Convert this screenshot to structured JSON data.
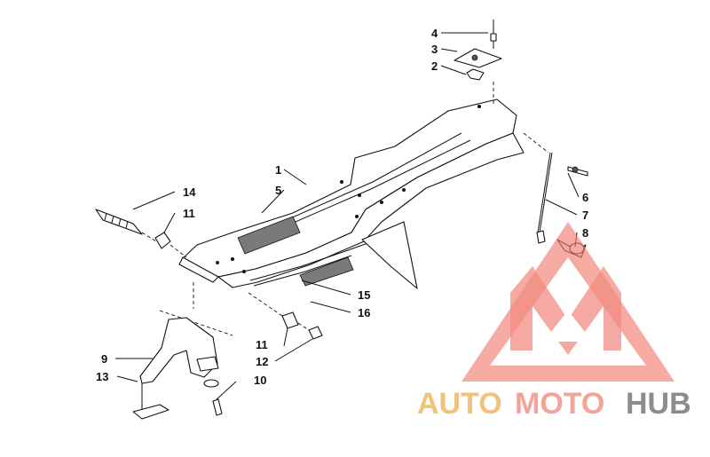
{
  "callouts": [
    "1",
    "2",
    "3",
    "4",
    "5",
    "6",
    "7",
    "8",
    "9",
    "10",
    "11",
    "11",
    "12",
    "13",
    "14",
    "15",
    "16"
  ],
  "watermark": {
    "part1": "AUTO",
    "part2": "MOTO",
    "part3": "HUB",
    "logo": "AMH triangle logo",
    "colors": {
      "auto": "#f2c27a",
      "moto": "#f3a49a",
      "hub": "#8c8c8c",
      "triangle": "#f07a6e"
    }
  }
}
